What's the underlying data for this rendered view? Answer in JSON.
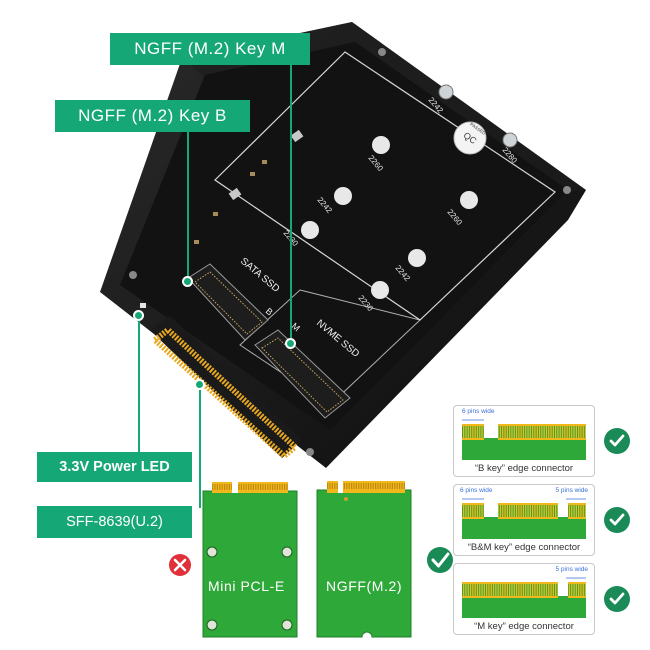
{
  "callouts": {
    "key_m": "NGFF  (M.2)  Key M",
    "key_b": "NGFF  (M.2)  Key  B",
    "power_led": "3.3V Power  LED",
    "sff": "SFF-8639(U.2)"
  },
  "board": {
    "slot_sata": "SATA SSD",
    "slot_nvme": "NVME SSD",
    "key_b_mark": "B",
    "key_m_mark": "M",
    "sizes_left": [
      "2260",
      "2242",
      "2230"
    ],
    "sizes_right": [
      "2260",
      "2242",
      "2230"
    ],
    "sizes_edge": [
      "2242",
      "2280"
    ],
    "qc_line1": "QC",
    "qc_line2": "PASSED"
  },
  "cards": {
    "mini": {
      "label": "Mini  PCL-E",
      "status": "incompatible"
    },
    "ngff": {
      "label": "NGFF(M.2)",
      "status": "compatible"
    }
  },
  "connectors": [
    {
      "caption": "“B key” edge connector",
      "pins_left": "6 pins wide",
      "pins_right": ""
    },
    {
      "caption": "“B&M key” edge connector",
      "pins_left": "6 pins wide",
      "pins_right": "5 pins wide"
    },
    {
      "caption": "“M key” edge connector",
      "pins_left": "",
      "pins_right": "5 pins wide"
    }
  ],
  "colors": {
    "accent": "#16a777",
    "check": "#1a8a57",
    "cross": "#e0303a",
    "pcb": "#2fa83a",
    "gold": "#f0b81a"
  }
}
